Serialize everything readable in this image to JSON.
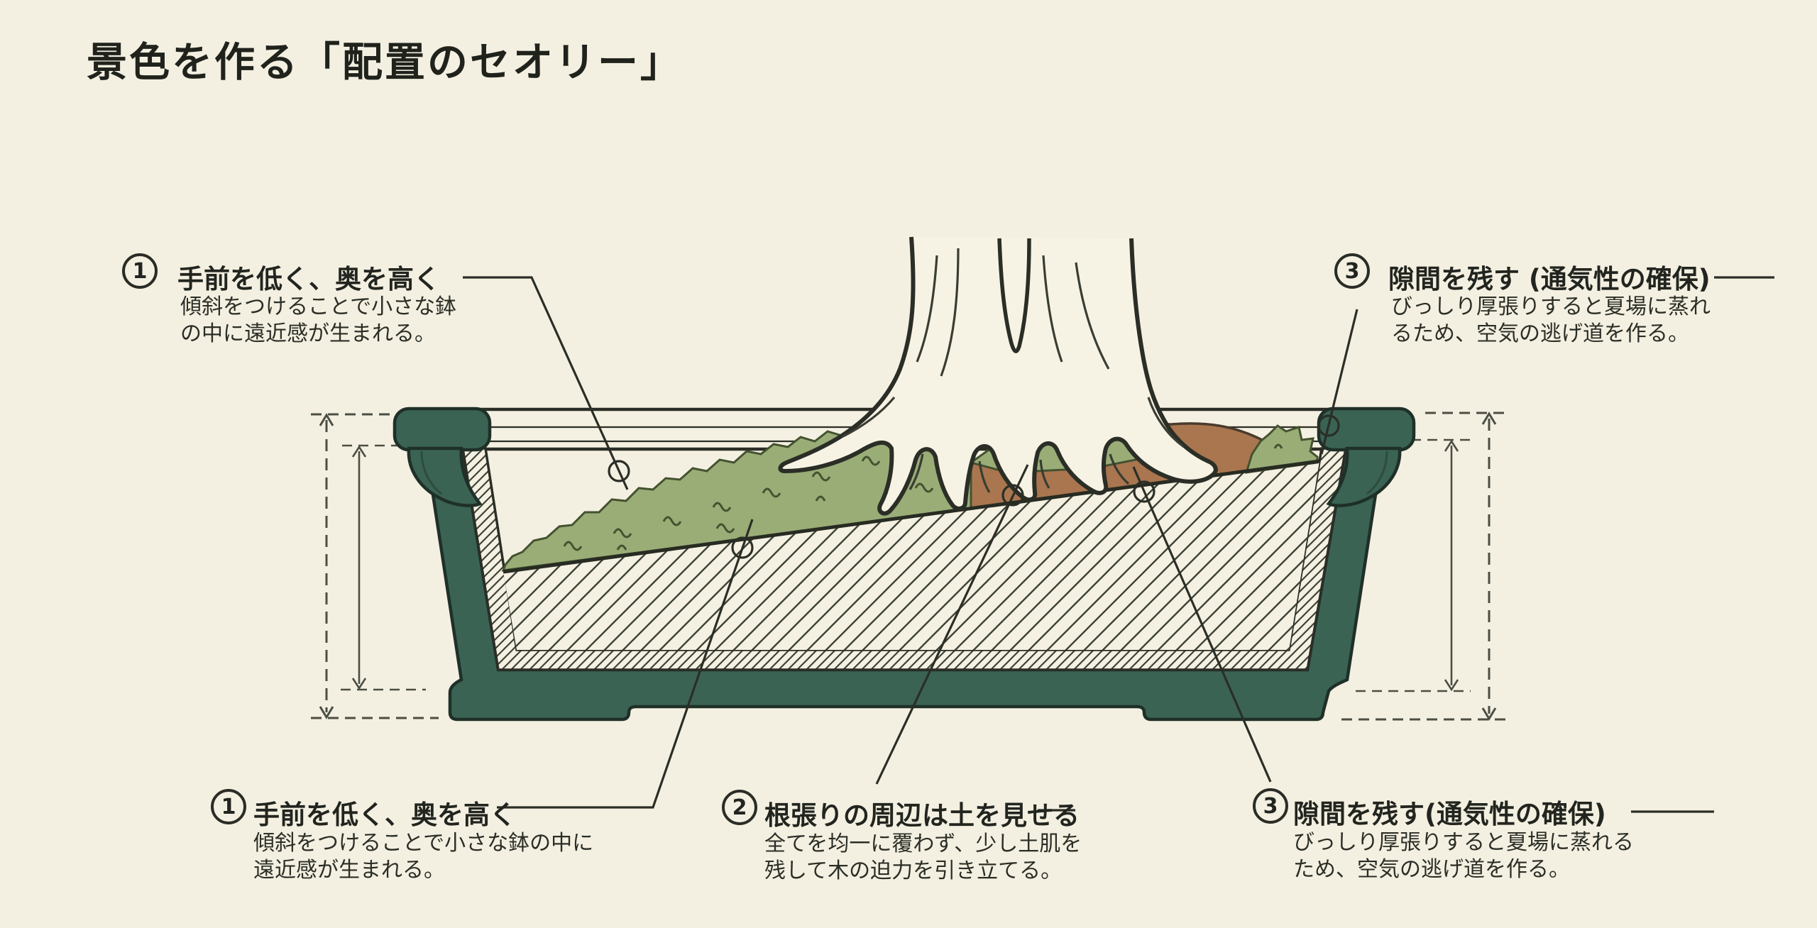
{
  "title": "景色を作る「配置のセオリー」",
  "callouts": {
    "top_left": {
      "num": "1",
      "heading": "手前を低く、奥を高く",
      "body1": "傾斜をつけることで小さな鉢",
      "body2": "の中に遠近感が生まれる。"
    },
    "top_right": {
      "num": "3",
      "heading": "隙間を残す (通気性の確保)",
      "body1": "びっしり厚張りすると夏場に蒸れ",
      "body2": "るため、空気の逃げ道を作る。"
    },
    "bottom_left": {
      "num": "1",
      "heading": "手前を低く、奥を高く",
      "body1": "傾斜をつけることで小さな鉢の中に",
      "body2": "遠近感が生まれる。"
    },
    "bottom_middle": {
      "num": "2",
      "heading": "根張りの周辺は土を見せる",
      "body1": "全てを均一に覆わず、少し土肌を",
      "body2": "残して木の迫力を引き立てる。"
    },
    "bottom_right": {
      "num": "3",
      "heading": "隙間を残す(通気性の確保)",
      "body1": "びっしり厚張りすると夏場に蒸れる",
      "body2": "ため、空気の逃げ道を作る。"
    }
  },
  "colors": {
    "background": "#f4f0e1",
    "pot_green": "#3a6354",
    "pot_outline": "#1f3028",
    "moss_green": "#9aad77",
    "moss_outline": "#44522f",
    "soil_brown": "#a9764f",
    "trunk_cream": "#f7f3e4",
    "line_dark": "#2b2e26",
    "dim_gray": "#4b4e44",
    "hatch": "#3d4237",
    "paper": "#f5f1e2"
  }
}
